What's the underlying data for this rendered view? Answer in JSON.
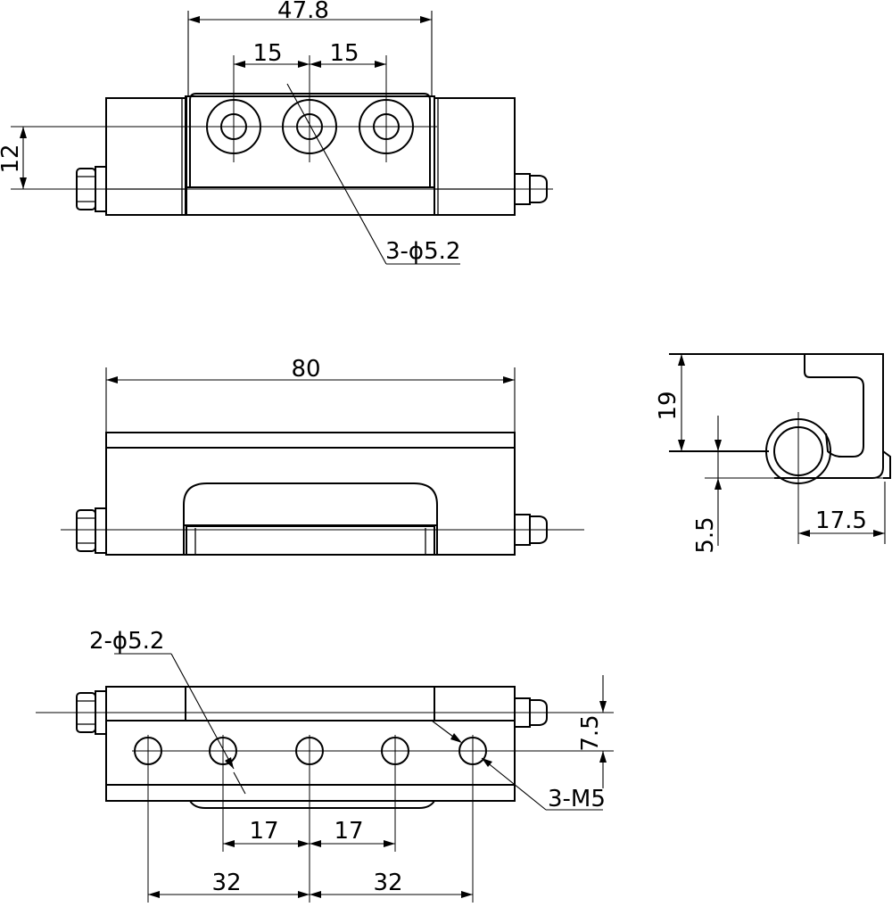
{
  "dimensions": {
    "top_width": "47.8",
    "top_pitch_left": "15",
    "top_pitch_right": "15",
    "top_height": "12",
    "top_holes": "3-ϕ5.2",
    "front_length": "80",
    "side_height": "19",
    "side_offset": "5.5",
    "side_width": "17.5",
    "bottom_holes": "2-ϕ5.2",
    "bottom_threads": "3-M5",
    "bottom_edge": "7.5",
    "bottom_pitch_left": "17",
    "bottom_pitch_right": "17",
    "bottom_span_left": "32",
    "bottom_span_right": "32"
  }
}
